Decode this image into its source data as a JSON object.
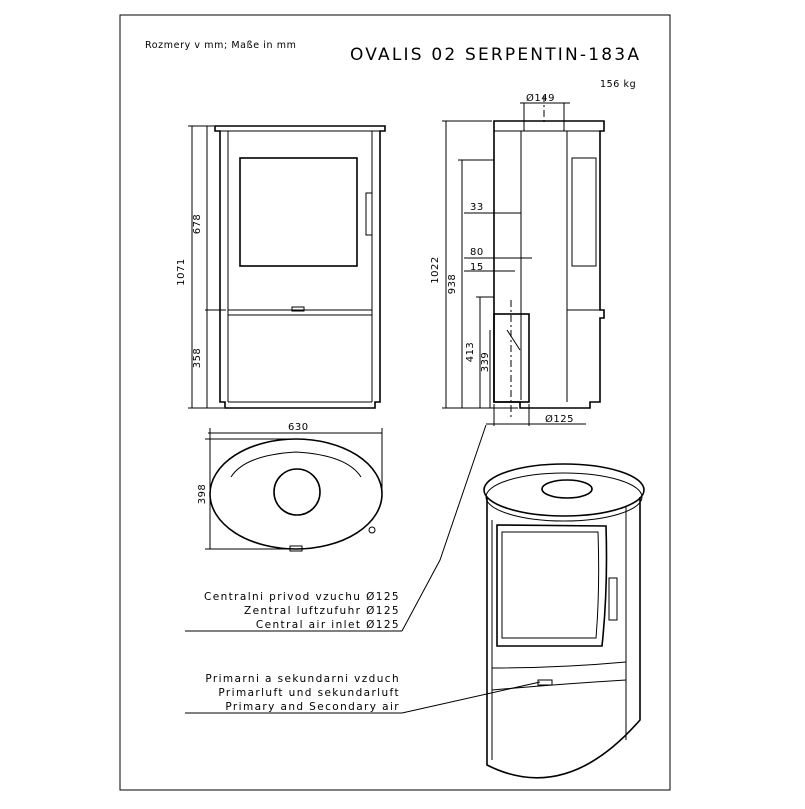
{
  "header": {
    "units_note": "Rozmery v mm; Maße in mm",
    "model_title": "OVALIS 02 SERPENTIN-183A",
    "weight": "156 kg"
  },
  "front_view": {
    "overall_height": "1071",
    "upper_height": "678",
    "lower_height": "358"
  },
  "side_view": {
    "flue_diameter": "Ø149",
    "total_height": "1022",
    "rear_outlet_height": "938",
    "air_inlet_height": "413",
    "inlet_center_height": "339",
    "offset_33": "33",
    "offset_80": "80",
    "offset_15": "15",
    "inlet_diameter": "Ø125"
  },
  "top_view": {
    "width": "630",
    "depth": "398"
  },
  "notes": {
    "central_air": [
      "Centralni privod vzuchu Ø125",
      "Zentral luftzufuhr Ø125",
      "Central air inlet Ø125"
    ],
    "primary_air": [
      "Primarni a sekundarni vzduch",
      "Primarluft und sekundarluft",
      "Primary and Secondary air"
    ]
  }
}
